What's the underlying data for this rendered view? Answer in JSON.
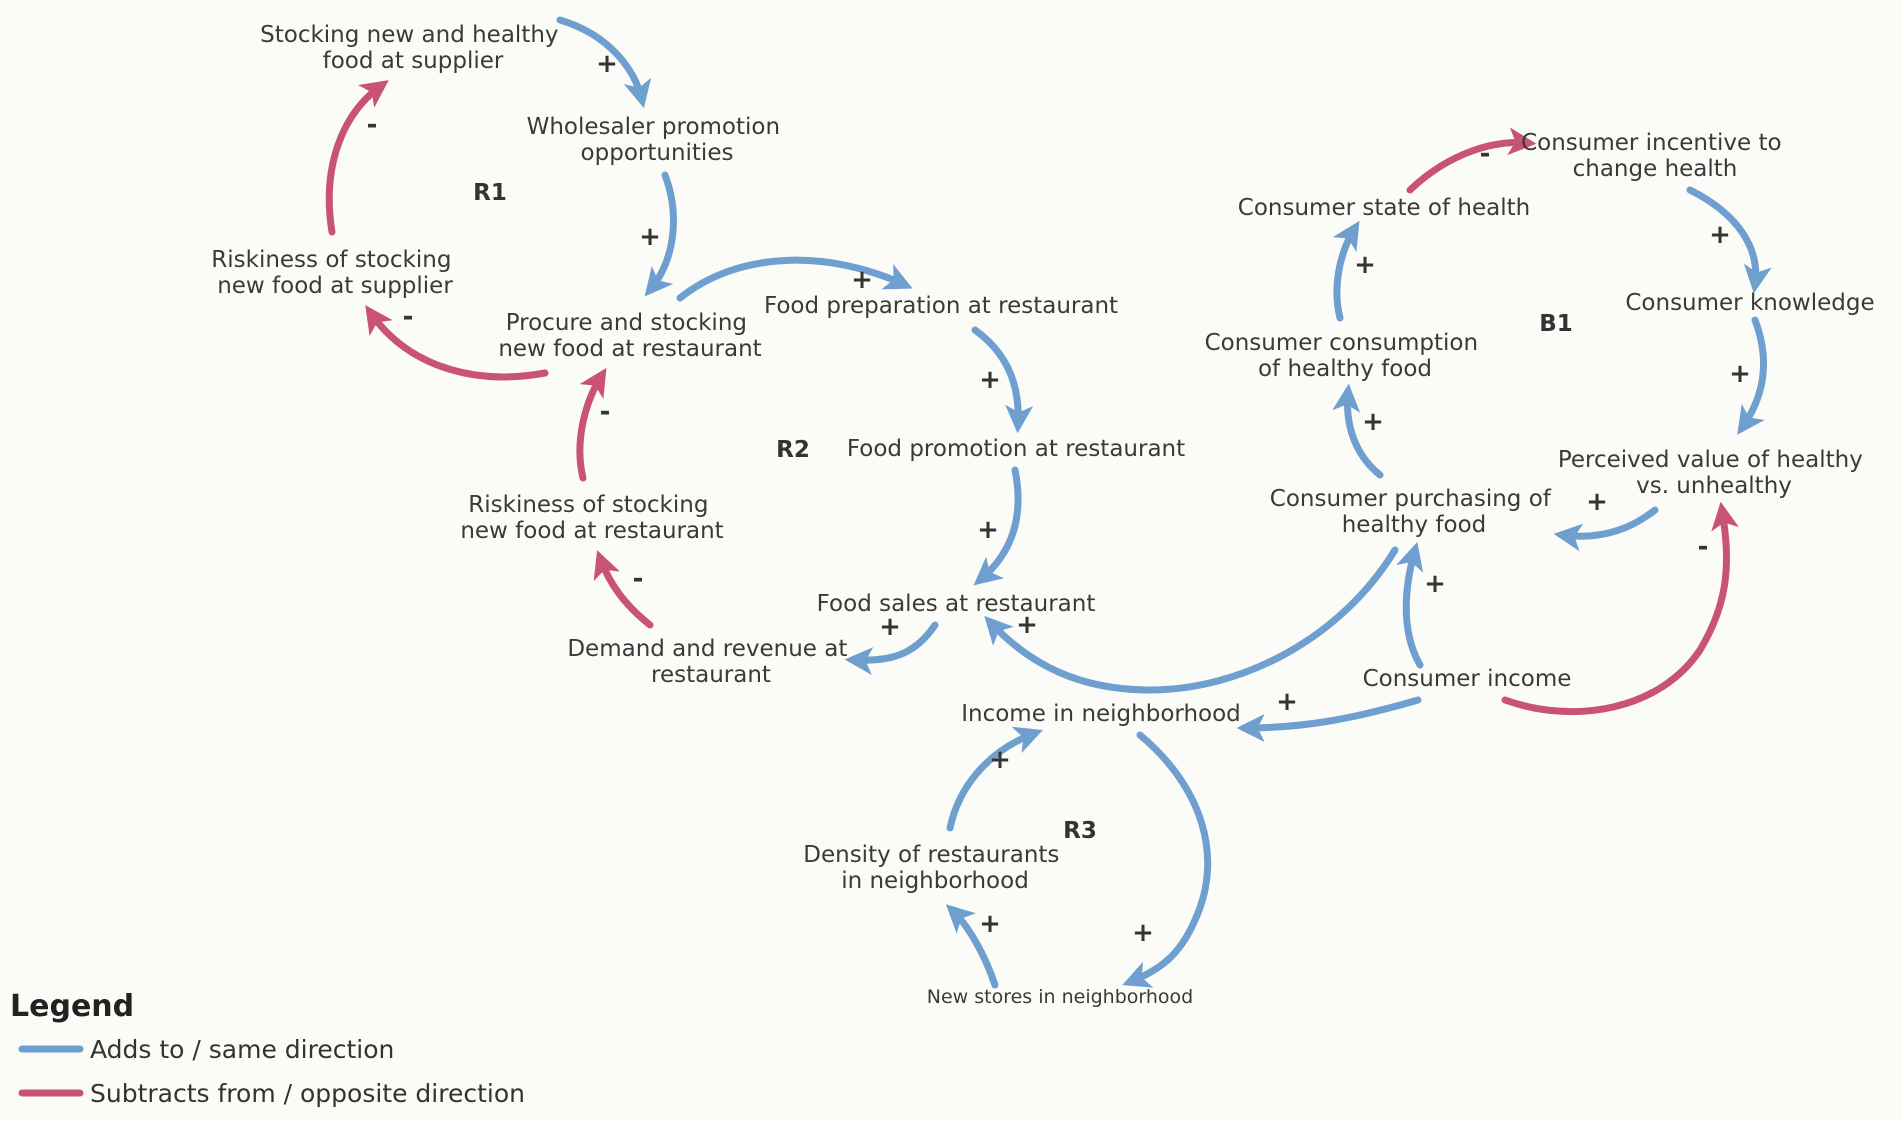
{
  "colors": {
    "adds": "#6e9fcf",
    "subtracts": "#c95277"
  },
  "nodes": {
    "stocking_supplier": [
      "Stocking new and healthy",
      "food at supplier"
    ],
    "wholesaler_promotion": [
      "Wholesaler promotion",
      "opportunities"
    ],
    "riskiness_supplier": [
      "Riskiness of stocking",
      "new food at supplier"
    ],
    "procure_stocking": [
      "Procure and stocking",
      "new food at restaurant"
    ],
    "food_preparation": [
      "Food preparation at restaurant"
    ],
    "food_promotion": [
      "Food promotion at restaurant"
    ],
    "riskiness_restaurant": [
      "Riskiness of stocking",
      "new food at restaurant"
    ],
    "food_sales": [
      "Food sales at restaurant"
    ],
    "demand_revenue": [
      "Demand and revenue at",
      "restaurant"
    ],
    "income_neighborhood": [
      "Income in neighborhood"
    ],
    "density_restaurants": [
      "Density of restaurants",
      "in neighborhood"
    ],
    "new_stores": [
      "New stores in neighborhood"
    ],
    "consumer_state_health": [
      "Consumer state of health"
    ],
    "consumer_incentive": [
      "Consumer incentive to",
      "change health"
    ],
    "consumer_knowledge": [
      "Consumer knowledge"
    ],
    "consumer_consumption": [
      "Consumer consumption",
      "of healthy food"
    ],
    "perceived_value": [
      "Perceived value of healthy",
      "vs. unhealthy"
    ],
    "consumer_purchasing": [
      "Consumer purchasing of",
      "healthy food"
    ],
    "consumer_income": [
      "Consumer income"
    ]
  },
  "loops": {
    "r1": "R1",
    "r2": "R2",
    "r3": "R3",
    "b1": "B1"
  },
  "links": [
    {
      "from": "stocking_supplier",
      "to": "wholesaler_promotion",
      "polarity": "+"
    },
    {
      "from": "wholesaler_promotion",
      "to": "procure_stocking",
      "polarity": "+"
    },
    {
      "from": "procure_stocking",
      "to": "riskiness_supplier",
      "polarity": "-"
    },
    {
      "from": "riskiness_supplier",
      "to": "stocking_supplier",
      "polarity": "-"
    },
    {
      "from": "procure_stocking",
      "to": "food_preparation",
      "polarity": "+"
    },
    {
      "from": "food_preparation",
      "to": "food_promotion",
      "polarity": "+"
    },
    {
      "from": "food_promotion",
      "to": "food_sales",
      "polarity": "+"
    },
    {
      "from": "food_sales",
      "to": "demand_revenue",
      "polarity": "+"
    },
    {
      "from": "demand_revenue",
      "to": "riskiness_restaurant",
      "polarity": "-"
    },
    {
      "from": "riskiness_restaurant",
      "to": "procure_stocking",
      "polarity": "-"
    },
    {
      "from": "consumer_purchasing",
      "to": "food_sales",
      "polarity": "+"
    },
    {
      "from": "consumer_income",
      "to": "income_neighborhood",
      "polarity": "+"
    },
    {
      "from": "income_neighborhood",
      "to": "new_stores",
      "polarity": "+"
    },
    {
      "from": "new_stores",
      "to": "density_restaurants",
      "polarity": "+"
    },
    {
      "from": "density_restaurants",
      "to": "income_neighborhood",
      "polarity": "+"
    },
    {
      "from": "consumer_income",
      "to": "consumer_purchasing",
      "polarity": "+"
    },
    {
      "from": "consumer_income",
      "to": "perceived_value",
      "polarity": "-"
    },
    {
      "from": "perceived_value",
      "to": "consumer_purchasing",
      "polarity": "+"
    },
    {
      "from": "consumer_purchasing",
      "to": "consumer_consumption",
      "polarity": "+"
    },
    {
      "from": "consumer_consumption",
      "to": "consumer_state_health",
      "polarity": "+"
    },
    {
      "from": "consumer_state_health",
      "to": "consumer_incentive",
      "polarity": "-"
    },
    {
      "from": "consumer_incentive",
      "to": "consumer_knowledge",
      "polarity": "+"
    },
    {
      "from": "consumer_knowledge",
      "to": "perceived_value",
      "polarity": "+"
    }
  ],
  "legend": {
    "title": "Legend",
    "adds": "Adds to / same direction",
    "subtracts": "Subtracts from / opposite direction"
  }
}
